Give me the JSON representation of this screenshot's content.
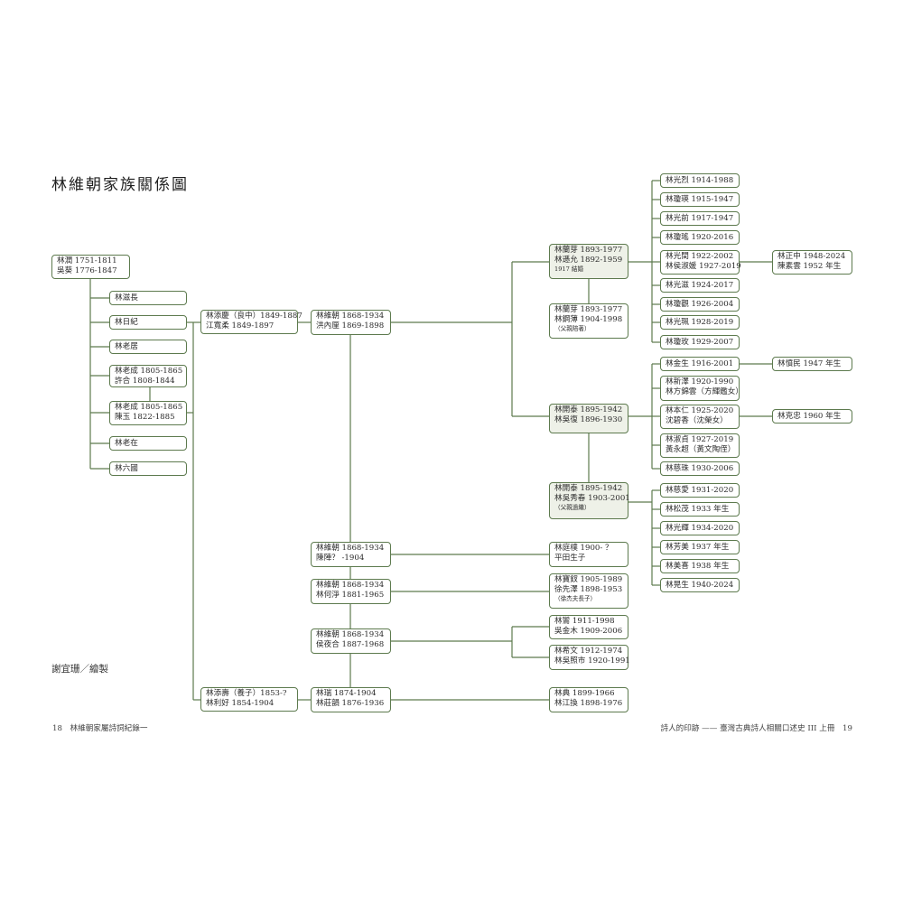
{
  "title": "林維朝家族關係圖",
  "credit": "謝宜珊／繪製",
  "footer_left": "18　林維朝家屬詩詞紀錄一",
  "footer_right": "詩人的印跡 —— 臺灣古典詩人相關口述史 III  上冊　19",
  "colors": {
    "line": "#5d7a4e",
    "box_highlight": "#eef1e8",
    "text": "#2b2b2b"
  },
  "boxes": [
    {
      "id": "b1",
      "lines": [
        "林潤 1751-1811",
        "吳葵 1776-1847"
      ]
    },
    {
      "id": "b2",
      "lines": [
        "林滋長"
      ]
    },
    {
      "id": "b3",
      "lines": [
        "林日紀"
      ]
    },
    {
      "id": "b4",
      "lines": [
        "林老居"
      ]
    },
    {
      "id": "b5",
      "lines": [
        "林老成 1805-1865",
        "許合 1808-1844"
      ]
    },
    {
      "id": "b6",
      "lines": [
        "林老成 1805-1865",
        "陳玉 1822-1885"
      ]
    },
    {
      "id": "b7",
      "lines": [
        "林老在"
      ]
    },
    {
      "id": "b8",
      "lines": [
        "林六國"
      ]
    },
    {
      "id": "b9",
      "lines": [
        "林添慶（良中）1849-1887",
        "江寬柔 1849-1897"
      ]
    },
    {
      "id": "b10",
      "lines": [
        "林添壽（養子）1853-?",
        "林利好 1854-1904"
      ]
    },
    {
      "id": "b11",
      "lines": [
        "林維朝 1868-1934",
        "洪內厘 1869-1898"
      ]
    },
    {
      "id": "b12",
      "lines": [
        "林維朝 1868-1934",
        "陳陣？ -1904"
      ]
    },
    {
      "id": "b13",
      "lines": [
        "林維朝 1868-1934",
        "林何淨 1881-1965"
      ]
    },
    {
      "id": "b14",
      "lines": [
        "林維朝 1868-1934",
        "侯夜合 1887-1968"
      ]
    },
    {
      "id": "b15",
      "lines": [
        "林瑞 1874-1904",
        "林莊韻 1876-1936"
      ]
    },
    {
      "id": "b16",
      "hl": true,
      "lines": [
        "林蘭芽 1893-1977",
        "林遜允 1892-1959",
        "1917 結婚"
      ]
    },
    {
      "id": "b17",
      "lines": [
        "林蘭芽 1893-1977",
        "林鋼薄 1904-1998",
        "（父親陪著）"
      ]
    },
    {
      "id": "b18",
      "hl": true,
      "lines": [
        "林開泰 1895-1942",
        "林吳復 1896-1930"
      ]
    },
    {
      "id": "b19",
      "hl": true,
      "lines": [
        "林開泰 1895-1942",
        "林吳秀春 1903-2001",
        "（父親過繼）"
      ]
    },
    {
      "id": "b20",
      "lines": [
        "林庭樸 1900- ？",
        "平田生子"
      ]
    },
    {
      "id": "b21",
      "lines": [
        "林寶釵 1905-1989",
        "徐先澤 1898-1953",
        "（徐杰夫長子）"
      ]
    },
    {
      "id": "b22",
      "lines": [
        "林鸞 1911-1998",
        "吳金木 1909-2006"
      ]
    },
    {
      "id": "b23",
      "lines": [
        "林希文 1912-1974",
        "林吳照市 1920-1991"
      ]
    },
    {
      "id": "b24",
      "lines": [
        "林典 1899-1966",
        "林江換 1898-1976"
      ]
    },
    {
      "id": "c1",
      "lines": [
        "林光烈 1914-1988"
      ]
    },
    {
      "id": "c2",
      "lines": [
        "林瓊瑛 1915-1947"
      ]
    },
    {
      "id": "c3",
      "lines": [
        "林光前 1917-1947"
      ]
    },
    {
      "id": "c4",
      "lines": [
        "林瓊瑤 1920-2016"
      ]
    },
    {
      "id": "c5",
      "lines": [
        "林光間 1922-2002",
        "林侯淑媛 1927-2019"
      ]
    },
    {
      "id": "c6",
      "lines": [
        "林光滋 1924-2017"
      ]
    },
    {
      "id": "c7",
      "lines": [
        "林瓊觀 1926-2004"
      ]
    },
    {
      "id": "c8",
      "lines": [
        "林光珮 1928-2019"
      ]
    },
    {
      "id": "c9",
      "lines": [
        "林瓊玫 1929-2007"
      ]
    },
    {
      "id": "c10",
      "lines": [
        "林金生 1916-2001"
      ]
    },
    {
      "id": "c11",
      "lines": [
        "林新澤 1920-1990",
        "林方錦雲（方輝鑑女）"
      ]
    },
    {
      "id": "c12",
      "lines": [
        "林本仁 1925-2020",
        "沈碧香（沈榮女）"
      ]
    },
    {
      "id": "c13",
      "lines": [
        "林淑貞 1927-2019",
        "黃永超（黃文陶侄）"
      ]
    },
    {
      "id": "c14",
      "lines": [
        "林慈珠 1930-2006"
      ]
    },
    {
      "id": "c15",
      "lines": [
        "林慈愛 1931-2020"
      ]
    },
    {
      "id": "c16",
      "lines": [
        "林松茂 1933 年生"
      ]
    },
    {
      "id": "c17",
      "lines": [
        "林光輝 1934-2020"
      ]
    },
    {
      "id": "c18",
      "lines": [
        "林芳美 1937 年生"
      ]
    },
    {
      "id": "c19",
      "lines": [
        "林美喜 1938 年生"
      ]
    },
    {
      "id": "c20",
      "lines": [
        "林晃生 1940-2024"
      ]
    },
    {
      "id": "d1",
      "lines": [
        "林正中 1948-2024",
        "陳素雲 1952 年生"
      ]
    },
    {
      "id": "d2",
      "lines": [
        "林憤民 1947 年生"
      ]
    },
    {
      "id": "d3",
      "lines": [
        "林克忠 1960 年生"
      ]
    }
  ]
}
